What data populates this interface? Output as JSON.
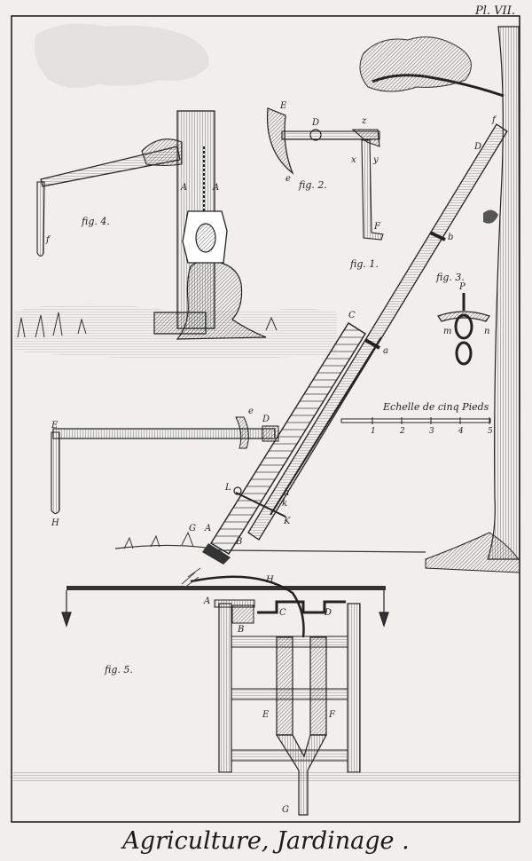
{
  "plate_number": "Pl. VII.",
  "title": "Agriculture, Jardinage .",
  "scale_caption": "Echelle de cinq Pieds",
  "scale_numbers": [
    "1",
    "2",
    "3",
    "4",
    "5"
  ],
  "figure_labels": {
    "fig1": "fig. 1.",
    "fig2": "fig. 2.",
    "fig3": "fig. 3.",
    "fig4": "fig. 4.",
    "fig5": "fig. 5."
  },
  "letters": {
    "fig1": [
      "A",
      "B",
      "C",
      "D",
      "E",
      "G",
      "H",
      "K",
      "L",
      "a",
      "b",
      "e",
      "f",
      "h",
      "k"
    ],
    "fig2": [
      "E",
      "D",
      "z",
      "x",
      "y",
      "e",
      "F"
    ],
    "fig3": [
      "P",
      "m",
      "n"
    ],
    "fig4": [
      "A",
      "A",
      "f"
    ],
    "fig5": [
      "H",
      "A",
      "B",
      "C",
      "D",
      "E",
      "F",
      "G"
    ]
  },
  "colors": {
    "paper": "#f0efeb",
    "ink": "#1e1e1e",
    "stain": "#e2e1de",
    "background": "#d8d8d6"
  }
}
